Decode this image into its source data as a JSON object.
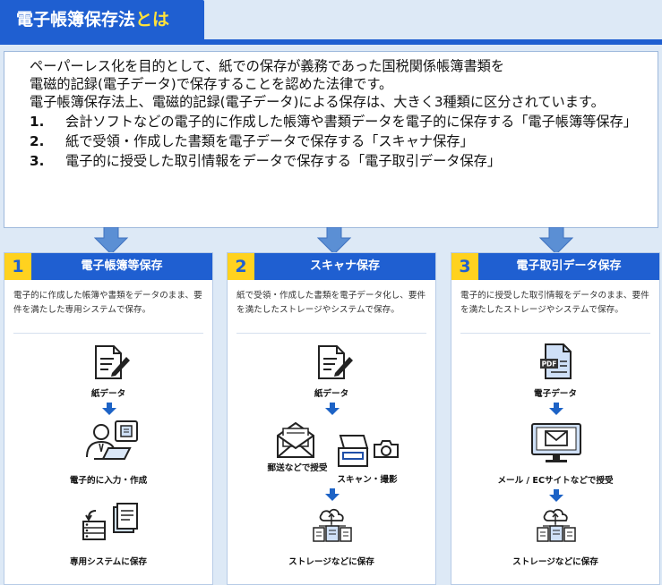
{
  "header": {
    "title_main": "電子帳簿保存法",
    "title_suffix": "とは"
  },
  "intro": {
    "line1": "ペーパーレス化を目的として、紙での保存が義務であった国税関係帳簿書類を",
    "line2": "電磁的記録(電子データ)で保存することを認めた法律です。",
    "line3": "電子帳簿保存法上、電磁的記録(電子データ)による保存は、大きく3種類に区分されています。",
    "items": [
      {
        "num": "1.",
        "text": "会計ソフトなどの電子的に作成した帳簿や書類データを電子的に保存する「電子帳簿等保存」"
      },
      {
        "num": "2.",
        "text": "紙で受領・作成した書類を電子データで保存する「スキャナ保存」"
      },
      {
        "num": "3.",
        "text": "電子的に授受した取引情報をデータで保存する「電子取引データ保存」"
      }
    ]
  },
  "panels": [
    {
      "num": "1",
      "title": "電子帳簿等保存",
      "desc": "電子的に作成した帳簿や書類をデータのまま、要件を満たした専用システムで保存。",
      "steps": [
        "紙データ",
        "電子的に入力・作成",
        "専用システムに保存"
      ]
    },
    {
      "num": "2",
      "title": "スキャナ保存",
      "desc": "紙で受領・作成した書類を電子データ化し、要件を満たしたストレージやシステムで保存。",
      "steps": [
        "紙データ",
        "郵送などで授受",
        "スキャン・撮影",
        "ストレージなどに保存"
      ]
    },
    {
      "num": "3",
      "title": "電子取引データ保存",
      "desc": "電子的に授受した取引情報をデータのまま、要件を満たしたストレージやシステムで保存。",
      "steps": [
        "電子データ",
        "メール / ECサイトなどで授受",
        "ストレージなどに保存"
      ],
      "pdf_label": "PDF"
    }
  ],
  "colors": {
    "brand_blue": "#1f5fd1",
    "accent_yellow": "#ffd21f",
    "arrow_blue": "#1d63c6",
    "bg": "#dde9f6"
  }
}
